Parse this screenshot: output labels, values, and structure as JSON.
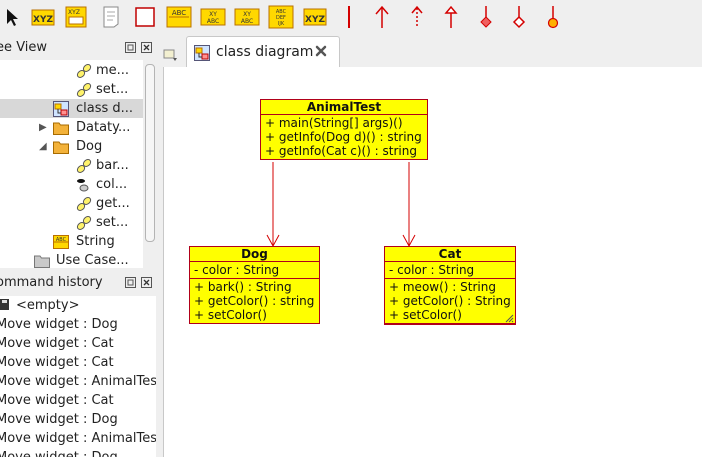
{
  "tree_view": {
    "title": "ree View",
    "items": [
      {
        "label": "me...",
        "icon": "operation-icon"
      },
      {
        "label": "set...",
        "icon": "operation-icon"
      },
      {
        "label": "class d...",
        "icon": "class-diagram-icon",
        "selected": true
      },
      {
        "label": "Dataty...",
        "icon": "folder-icon",
        "expander": "▶"
      },
      {
        "label": "Dog",
        "icon": "folder-icon",
        "expander": "◢"
      },
      {
        "label": "bar...",
        "icon": "operation-icon"
      },
      {
        "label": "col...",
        "icon": "attribute-icon"
      },
      {
        "label": "get...",
        "icon": "operation-icon"
      },
      {
        "label": "set...",
        "icon": "operation-icon"
      },
      {
        "label": "String",
        "icon": "class-icon"
      },
      {
        "label": "Use Case...",
        "icon": "folder-icon"
      }
    ]
  },
  "command_history": {
    "title": "ommand history",
    "items": [
      "<empty>",
      "Move widget : Dog",
      "Move widget : Cat",
      "Move widget : Cat",
      "Move widget : AnimalTest",
      "Move widget : Cat",
      "Move widget : Dog",
      "Move widget : AnimalTest",
      "Move widget : Dog"
    ]
  },
  "tab": {
    "label": "class diagram"
  },
  "diagram": {
    "classes": [
      {
        "name": "AnimalTest",
        "attributes": [],
        "operations": [
          "+ main(String[] args)()",
          "+ getInfo(Dog d)() : string",
          "+ getInfo(Cat c)() : string"
        ]
      },
      {
        "name": "Dog",
        "attributes": [
          "- color : String"
        ],
        "operations": [
          "+ bark() : String",
          "+ getColor() : string",
          "+ setColor()"
        ]
      },
      {
        "name": "Cat",
        "attributes": [
          "- color : String"
        ],
        "operations": [
          "+ meow() : String",
          "+ getColor() : String",
          "+ setColor()"
        ]
      }
    ]
  },
  "colors": {
    "accent": "#d40000",
    "class_fill": "#ffff00",
    "class_border": "#b0001a"
  }
}
